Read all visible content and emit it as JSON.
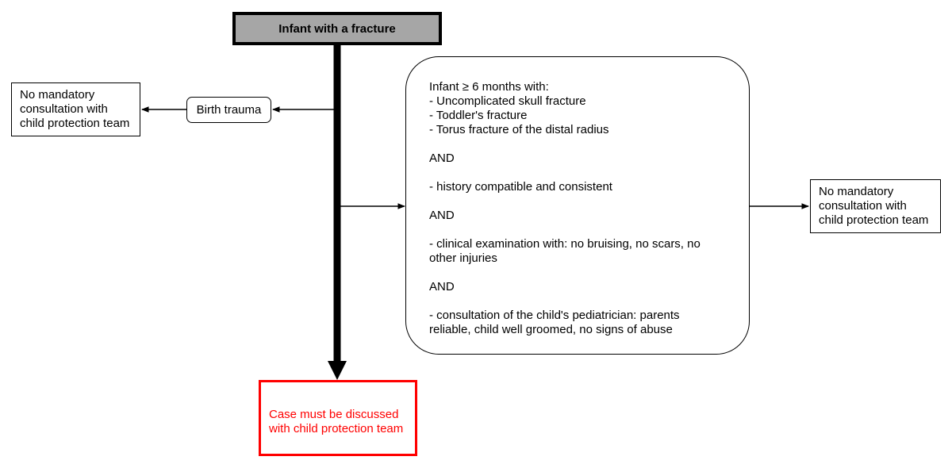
{
  "diagram": {
    "title": "Infant with a fracture",
    "nodes": {
      "start": {
        "label": "Infant with a fracture",
        "fill": "#a6a6a6"
      },
      "birth_trauma": {
        "label": "Birth trauma"
      },
      "outcome_left": {
        "lines": [
          "No mandatory",
          "consultation with",
          "child protection team"
        ]
      },
      "criteria": {
        "lines": [
          "Infant ≥ 6 months with:",
          "- Uncomplicated skull fracture",
          "- Toddler's fracture",
          "- Torus fracture of the distal radius",
          "",
          "AND",
          "",
          "- history compatible and consistent",
          "",
          "AND",
          "",
          "- clinical examination with: no bruising, no scars, no",
          "other injuries",
          "",
          "AND",
          "",
          "- consultation of the child's pediatrician: parents",
          "reliable, child well groomed, no signs of abuse"
        ]
      },
      "outcome_right": {
        "lines": [
          "No mandatory",
          "consultation with",
          "child protection team"
        ]
      },
      "result": {
        "lines": [
          "Case must be discussed",
          "with child protection team"
        ],
        "color": "#ff0000"
      }
    },
    "edges": [
      {
        "from": "start",
        "to": "result",
        "style": "thick"
      },
      {
        "from": "start",
        "to": "birth_trauma",
        "style": "thin"
      },
      {
        "from": "birth_trauma",
        "to": "outcome_left",
        "style": "thin"
      },
      {
        "from": "start",
        "to": "criteria",
        "style": "thin"
      },
      {
        "from": "criteria",
        "to": "outcome_right",
        "style": "thin"
      }
    ]
  }
}
